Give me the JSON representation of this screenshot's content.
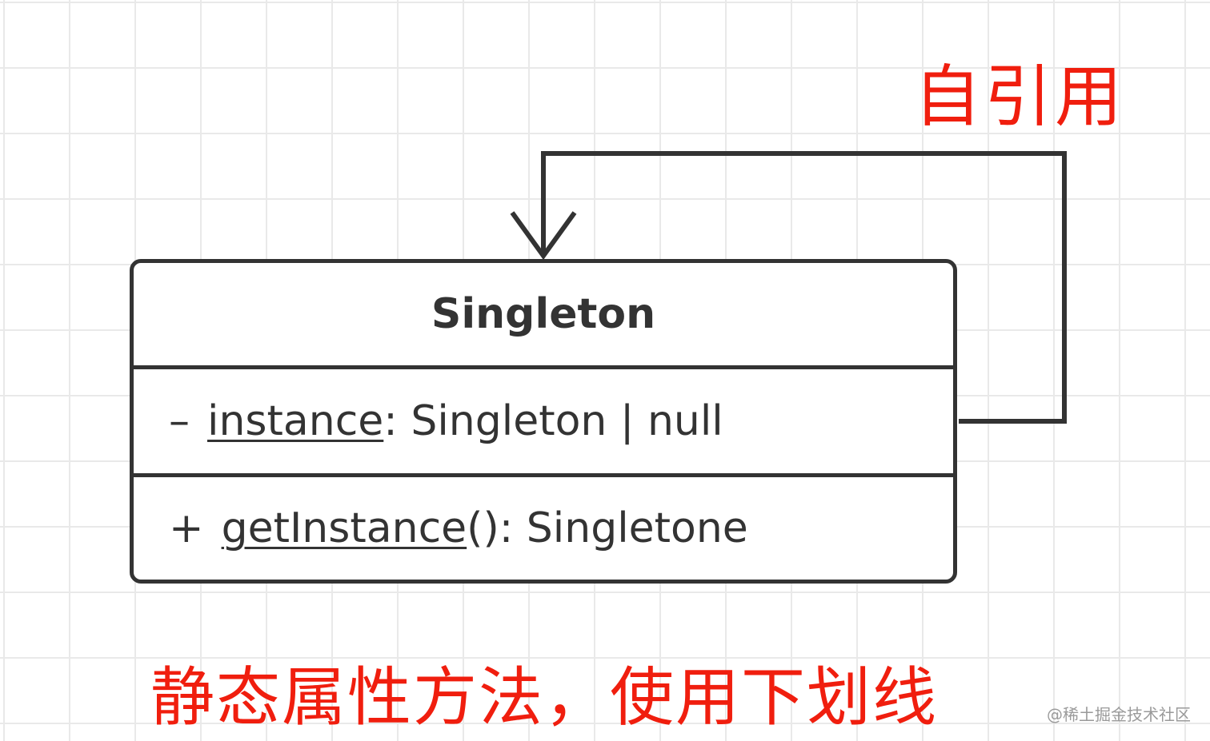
{
  "diagram": {
    "class_box": {
      "name": "Singleton",
      "attribute": {
        "visibility": "–",
        "name": "instance",
        "type_text": ": Singleton | null"
      },
      "operation": {
        "visibility": "+",
        "name": "getInstance",
        "type_text": "(): Singletone"
      }
    },
    "self_reference_label": "自引用",
    "note": "静态属性方法，使用下划线",
    "colors": {
      "line": "#333333",
      "annotation": "#f01e0e",
      "grid": "#e9e9e9"
    }
  },
  "watermark": "@稀土掘金技术社区"
}
